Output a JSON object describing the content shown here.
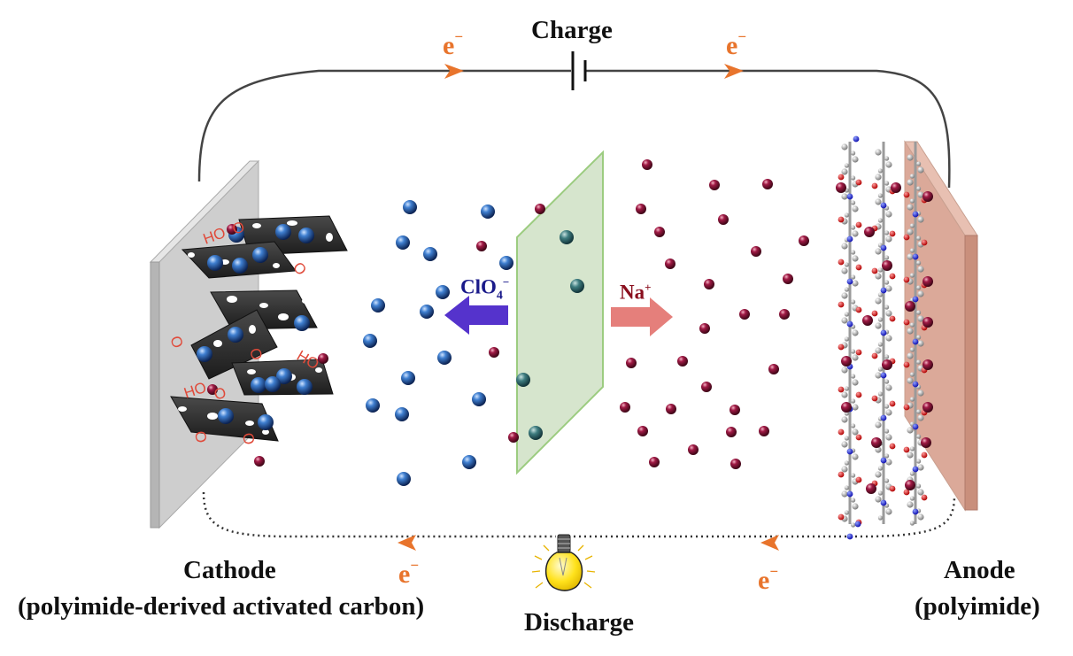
{
  "charge_label": "Charge",
  "discharge_label": "Discharge",
  "electron": {
    "symbol": "e",
    "charge": "−"
  },
  "cathode": {
    "title": "Cathode",
    "subtitle": "(polyimide-derived activated carbon)"
  },
  "anode": {
    "title": "Anode",
    "subtitle": "(polyimide)"
  },
  "anion_label": {
    "base": "ClO",
    "sub": "4",
    "charge": "−"
  },
  "cation_label": {
    "base": "Na",
    "charge": "+"
  },
  "functional_groups": {
    "hydroxyl": "HO",
    "carbonyl": "O"
  },
  "colors": {
    "electron": "#e8742c",
    "anion_sphere": "#1d4f9a",
    "cation_sphere": "#7a0f2e",
    "anion_arrow": "#5533cc",
    "cation_arrow": "#e57f7b",
    "separator": "#cfe0c4",
    "cathode_plate": "#cccccc",
    "anode_plate": "#dba999",
    "functional_group": "#e04a3a",
    "bulb": "#ffe21c"
  },
  "icons": [
    "battery-icon",
    "light-bulb-icon"
  ]
}
